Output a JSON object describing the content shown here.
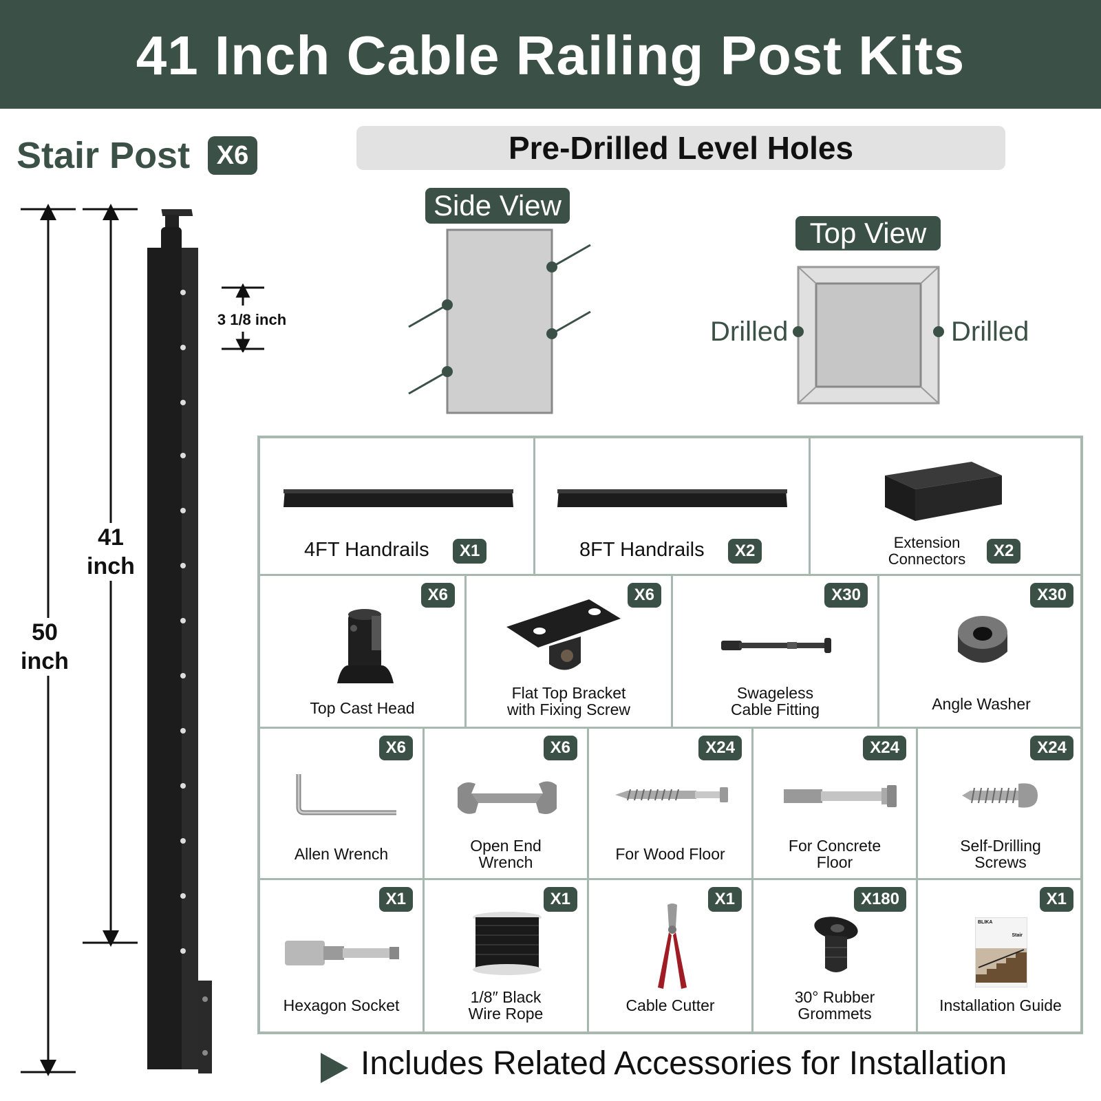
{
  "title": "41 Inch Cable Railing Post Kits",
  "stair_post": {
    "label": "Stair Post",
    "qty": "X6"
  },
  "dims": {
    "total": "50\ninch",
    "height": "41\ninch",
    "spacing": "3 1/8 inch"
  },
  "predrilled": "Pre-Drilled Level Holes",
  "side_view": "Side View",
  "top_view": "Top View",
  "drilled_left": "Drilled",
  "drilled_right": "Drilled",
  "parts": [
    {
      "name": "4FT Handrails",
      "qty": "X1",
      "icon": "handrail-icon"
    },
    {
      "name": "8FT Handrails",
      "qty": "X2",
      "icon": "handrail-icon"
    },
    {
      "name": "Extension\nConnectors",
      "qty": "X2",
      "icon": "connector-block-icon"
    },
    {
      "name": "Top Cast Head",
      "qty": "X6",
      "icon": "cast-head-icon"
    },
    {
      "name": "Flat Top Bracket\nwith Fixing Screw",
      "qty": "X6",
      "icon": "bracket-icon"
    },
    {
      "name": "Swageless\nCable Fitting",
      "qty": "X30",
      "icon": "cable-fitting-icon"
    },
    {
      "name": "Angle Washer",
      "qty": "X30",
      "icon": "washer-icon"
    },
    {
      "name": "Allen Wrench",
      "qty": "X6",
      "icon": "allen-wrench-icon"
    },
    {
      "name": "Open End\nWrench",
      "qty": "X6",
      "icon": "wrench-icon"
    },
    {
      "name": "For Wood Floor",
      "qty": "X24",
      "icon": "wood-screw-icon"
    },
    {
      "name": "For Concrete\nFloor",
      "qty": "X24",
      "icon": "anchor-bolt-icon"
    },
    {
      "name": "Self-Drilling\nScrews",
      "qty": "X24",
      "icon": "self-drilling-screw-icon"
    },
    {
      "name": "Hexagon Socket",
      "qty": "X1",
      "icon": "hex-socket-icon"
    },
    {
      "name": "1/8″ Black\nWire Rope",
      "qty": "X1",
      "icon": "wire-rope-icon"
    },
    {
      "name": "Cable Cutter",
      "qty": "X1",
      "icon": "cable-cutter-icon"
    },
    {
      "name": "30° Rubber\nGrommets",
      "qty": "X180",
      "icon": "grommet-icon"
    },
    {
      "name": "Installation Guide",
      "qty": "X1",
      "icon": "guide-book-icon"
    }
  ],
  "guide_cover": {
    "brand": "BLIKA",
    "title": "Stair"
  },
  "footer": "Includes Related Accessories for Installation"
}
